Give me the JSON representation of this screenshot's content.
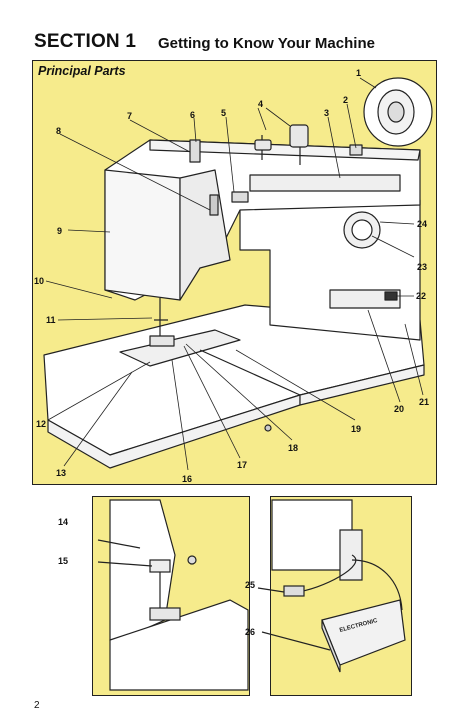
{
  "header": {
    "section": "SECTION 1",
    "title": "Getting to Know Your Machine"
  },
  "panel": {
    "title": "Principal Parts"
  },
  "callouts": {
    "c1": "1",
    "c2": "2",
    "c3": "3",
    "c4": "4",
    "c5": "5",
    "c6": "6",
    "c7": "7",
    "c8": "8",
    "c9": "9",
    "c10": "10",
    "c11": "11",
    "c12": "12",
    "c13": "13",
    "c14": "14",
    "c15": "15",
    "c16": "16",
    "c17": "17",
    "c18": "18",
    "c19": "19",
    "c20": "20",
    "c21": "21",
    "c22": "22",
    "c23": "23",
    "c24": "24",
    "c25": "25",
    "c26": "26"
  },
  "pedal_text": "ELECTRONIC",
  "page_number": "2",
  "colors": {
    "panel_background": "#f6eb8c",
    "machine_body": "#ffffff",
    "outline": "#222222"
  }
}
